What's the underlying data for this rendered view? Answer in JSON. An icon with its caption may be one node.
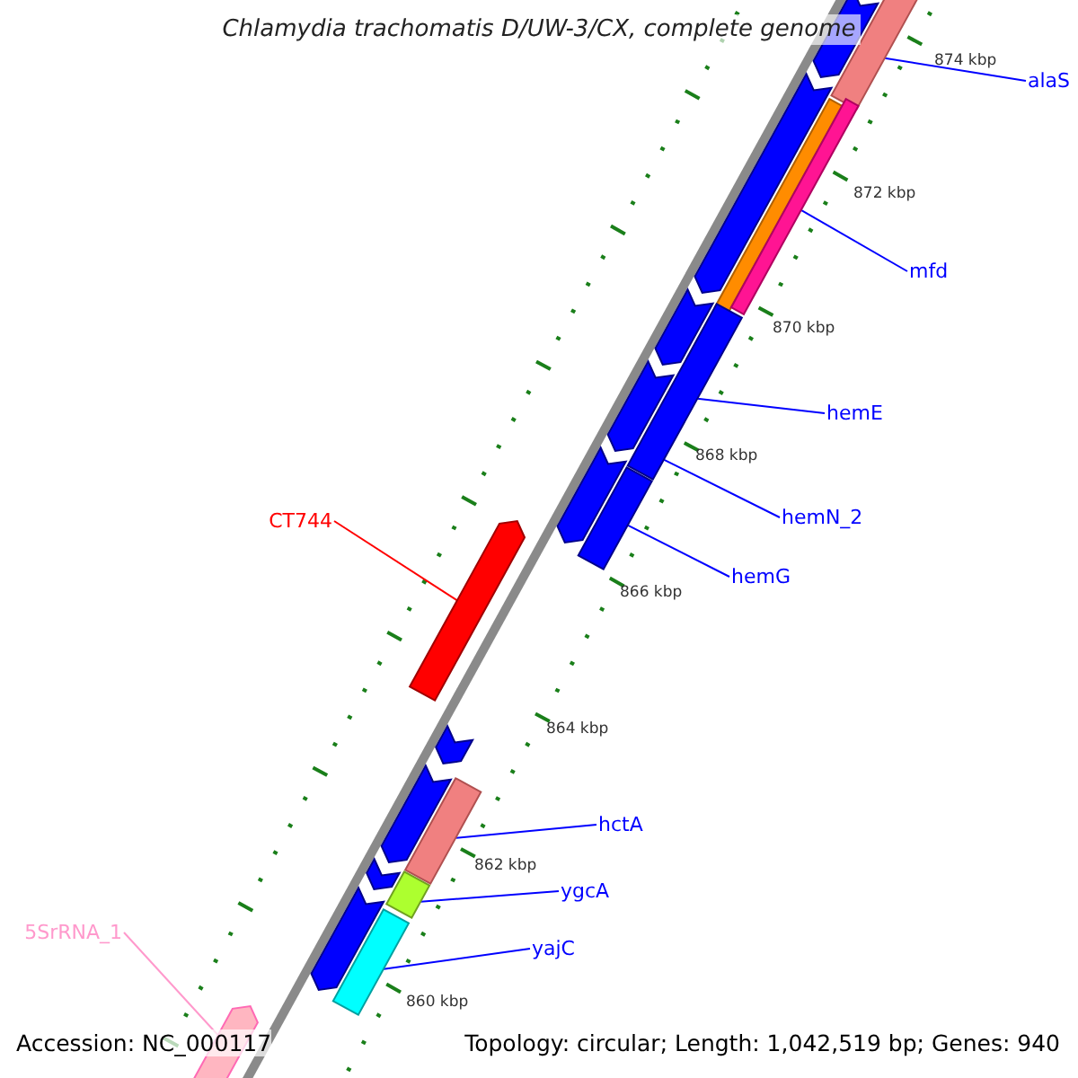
{
  "diagram": {
    "title": "Chlamydia trachomatis D/UW-3/CX, complete genome",
    "nodes": [
      {
        "text": [
          "alaS"
        ]
      },
      {
        "text": [
          "mfd"
        ]
      },
      {
        "text": [
          "hemE"
        ]
      },
      {
        "text": [
          "hemN_2"
        ]
      },
      {
        "text": [
          "CT744"
        ]
      },
      {
        "text": [
          "hemG"
        ]
      },
      {
        "text": [
          "hctA"
        ]
      },
      {
        "text": [
          "ygcA"
        ]
      },
      {
        "text": [
          "5SrRNA_1"
        ]
      },
      {
        "text": [
          "yajC"
        ]
      },
      {
        "text": [],
        "shape": "bar"
      },
      {
        "text": [],
        "shape": "bar"
      },
      {
        "text": [],
        "shape": "bar"
      },
      {
        "text": [],
        "shape": "bar"
      },
      {
        "text": [],
        "shape": "bar"
      },
      {
        "text": [],
        "shape": "bar"
      },
      {
        "text": [],
        "shape": "bar"
      },
      {
        "text": [],
        "shape": "bar"
      },
      {
        "text": [],
        "shape": "bar"
      },
      {
        "text": [],
        "shape": "bar"
      },
      {
        "text": [],
        "shape": "bar"
      },
      {
        "text": [],
        "shape": "bar"
      },
      {
        "text": [],
        "shape": "bar"
      },
      {
        "text": [],
        "shape": "bar"
      },
      {
        "text": [],
        "shape": "bar"
      },
      {
        "text": [],
        "shape": "bar"
      },
      {
        "text": [],
        "shape": "bar"
      },
      {
        "text": [],
        "shape": "bar"
      },
      {
        "text": [],
        "shape": "bar"
      }
    ],
    "edges": [
      {
        "from": 0,
        "to": 11,
        "arrow": "none"
      },
      {
        "from": 1,
        "to": 14,
        "arrow": "none"
      },
      {
        "from": 2,
        "to": 16,
        "arrow": "none"
      },
      {
        "from": 3,
        "to": 16,
        "arrow": "none"
      },
      {
        "from": 4,
        "to": 20,
        "arrow": "none",
        "color": "#ff0000"
      },
      {
        "from": 5,
        "to": 19,
        "arrow": "none"
      },
      {
        "from": 6,
        "to": 23,
        "arrow": "none"
      },
      {
        "from": 7,
        "to": 25,
        "arrow": "none"
      },
      {
        "from": 8,
        "to": 28,
        "arrow": "none",
        "color": "#ff99cc"
      },
      {
        "from": 9,
        "to": 27,
        "arrow": "none"
      }
    ],
    "labels": [
      "874 kbp",
      "872 kbp",
      "870 kbp",
      "868 kbp",
      "866 kbp",
      "864 kbp",
      "862 kbp",
      "860 kbp",
      "Accession: NC_000117",
      "Topology: circular; Length: 1,042,519 bp; Genes: 940"
    ]
  }
}
